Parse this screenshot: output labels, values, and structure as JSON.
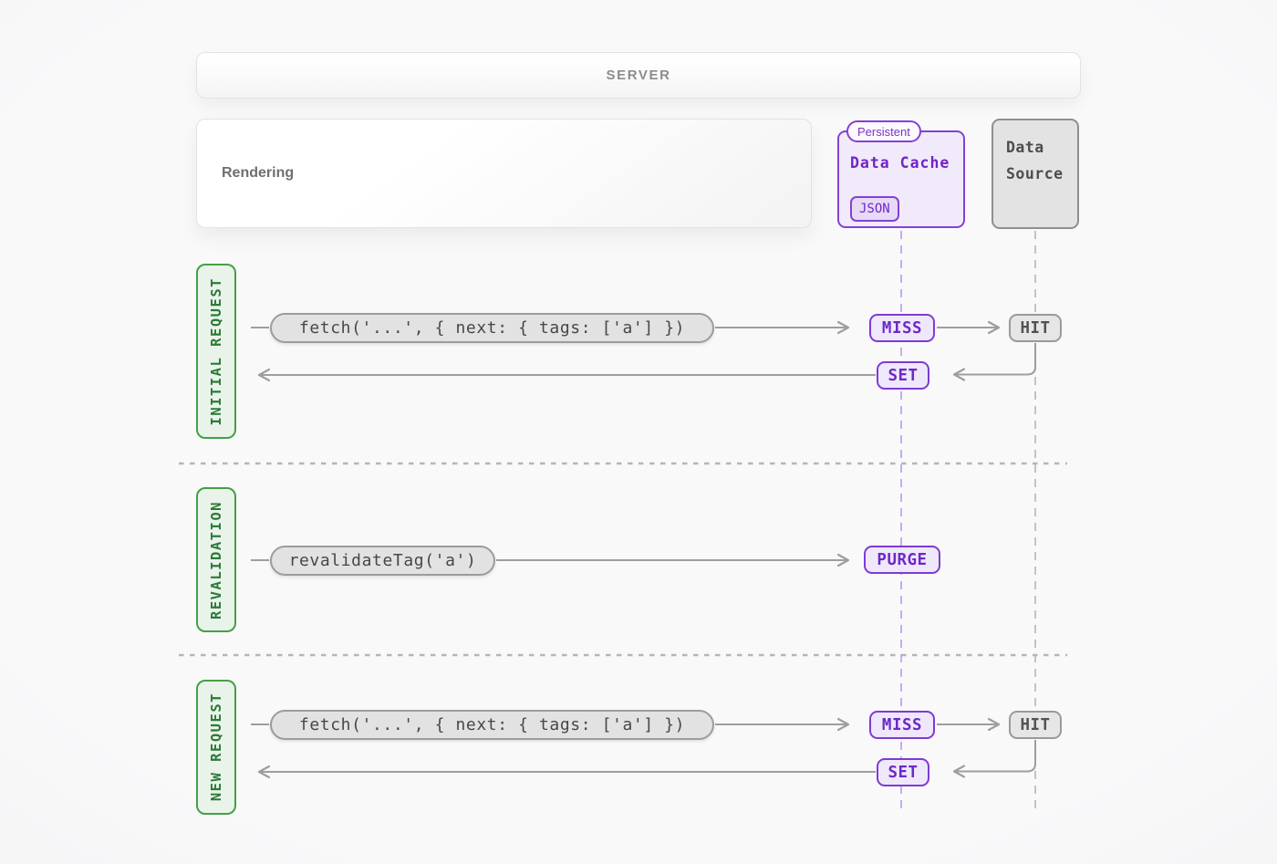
{
  "colors": {
    "accent_purple": "#7e3ad6",
    "purple_text": "#6d28c9",
    "purple_fill": "#efe8fa",
    "accent_green": "#43a047",
    "green_text": "#2c7a36",
    "green_fill": "#e9f3ea",
    "gray_border": "#9a9a9c",
    "gray_fill": "#e2e2e3",
    "wire_gray": "#9e9e9e",
    "lifeline_purple": "#cbaaec",
    "background": "#f6f6f7"
  },
  "server_bar": {
    "label": "SERVER"
  },
  "rendering_box": {
    "label": "Rendering"
  },
  "data_cache_box": {
    "persistent_badge": "Persistent",
    "title": "Data Cache",
    "json_chip": "JSON"
  },
  "data_source_box": {
    "title": "Data Source"
  },
  "sections": [
    {
      "label": "INITIAL REQUEST",
      "call_pill": "fetch('...', { next: { tags: ['a'] })",
      "cache_result": "MISS",
      "source_result": "HIT",
      "set_badge": "SET"
    },
    {
      "label": "REVALIDATION",
      "call_pill": "revalidateTag('a')",
      "cache_result": "PURGE"
    },
    {
      "label": "NEW REQUEST",
      "call_pill": "fetch('...', { next: { tags: ['a'] })",
      "cache_result": "MISS",
      "source_result": "HIT",
      "set_badge": "SET"
    }
  ]
}
